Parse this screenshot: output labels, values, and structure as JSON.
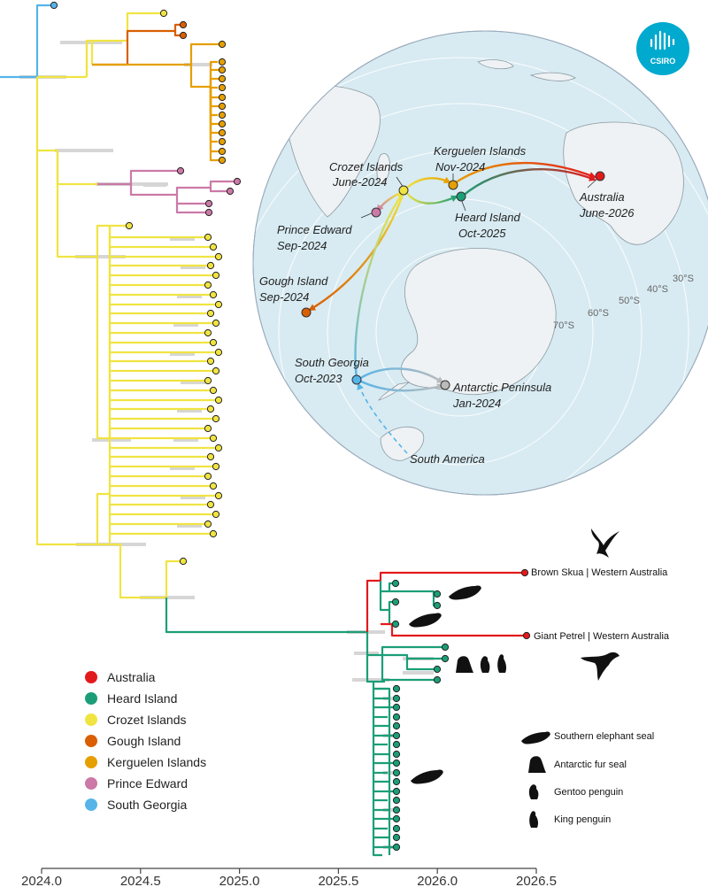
{
  "logo": {
    "text": "CSIRO",
    "color": "#00a9ce"
  },
  "colors": {
    "Australia": "#e31a1c",
    "Heard Island": "#1b9e77",
    "Crozet Islands": "#f0e442",
    "Gough Island": "#d95f02",
    "Kerguelen Islands": "#e69f00",
    "Prince Edward": "#cc79a7",
    "South Georgia": "#56b4e9"
  },
  "legend": [
    {
      "label": "Australia",
      "color": "#e31a1c"
    },
    {
      "label": "Heard Island",
      "color": "#1b9e77"
    },
    {
      "label": "Crozet Islands",
      "color": "#f0e442"
    },
    {
      "label": "Gough Island",
      "color": "#d95f02"
    },
    {
      "label": "Kerguelen Islands",
      "color": "#e69f00"
    },
    {
      "label": "Prince Edward",
      "color": "#cc79a7"
    },
    {
      "label": "South Georgia",
      "color": "#56b4e9"
    }
  ],
  "axis": {
    "ticks": [
      2024.0,
      2024.5,
      2025.0,
      2025.5,
      2026.0,
      2026.5
    ],
    "tick_labels": [
      "2024.0",
      "2024.5",
      "2025.0",
      "2025.5",
      "2026.0",
      "2026.5"
    ],
    "min": 2024.0,
    "max": 2026.5
  },
  "tip_labels": [
    {
      "text": "Brown Skua | Western Australia"
    },
    {
      "text": "Giant Petrel | Western Australia"
    }
  ],
  "species": [
    {
      "label": "Southern elephant seal",
      "icon": "elephant-seal-icon"
    },
    {
      "label": "Antarctic fur seal",
      "icon": "fur-seal-icon"
    },
    {
      "label": "Gentoo penguin",
      "icon": "gentoo-penguin-icon"
    },
    {
      "label": "King penguin",
      "icon": "king-penguin-icon"
    }
  ],
  "map": {
    "latitudes": [
      "30°S",
      "40°S",
      "50°S",
      "60°S",
      "70°S"
    ],
    "locations": [
      {
        "name": "Crozet Islands",
        "date": "June-2024",
        "color": "#f0e442"
      },
      {
        "name": "Kerguelen Islands",
        "date": "Nov-2024",
        "color": "#e69f00"
      },
      {
        "name": "Australia",
        "date": "June-2026",
        "color": "#e31a1c"
      },
      {
        "name": "Heard Island",
        "date": "Oct-2025",
        "color": "#1b9e77"
      },
      {
        "name": "Prince Edward",
        "date": "Sep-2024",
        "color": "#cc79a7"
      },
      {
        "name": "Gough Island",
        "date": "Sep-2024",
        "color": "#d95f02"
      },
      {
        "name": "South Georgia",
        "date": "Oct-2023",
        "color": "#56b4e9"
      },
      {
        "name": "Antarctic Peninsula",
        "date": "Jan-2024",
        "color": "#bbbbbb"
      },
      {
        "name": "South America",
        "date": "",
        "color": "#56b4e9"
      }
    ]
  }
}
